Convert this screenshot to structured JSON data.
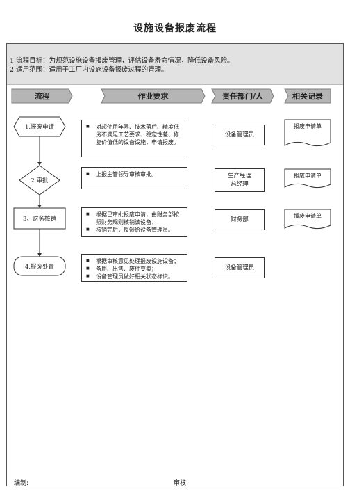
{
  "title": "设施设备报废流程",
  "goals": [
    "1.流程目标：为规范设施设备报废管理，评估设备寿命情况，降低设备风险。",
    "2.适用范围：适用于工厂内设施设备报废过程的管理。"
  ],
  "headers": [
    "流程",
    "作业要求",
    "责任部门/人",
    "相关记录"
  ],
  "steps": [
    {
      "label": "1.报废申请",
      "requirements": [
        "对超使用年限、技术落后、精度低劣不满足工艺要求、稳定性差、修复价值低的设备设施，申请报废。"
      ],
      "department": "设备管理员",
      "record": "报废申请单"
    },
    {
      "label": "2.审批",
      "requirements": [
        "上报主管领导审核审批。"
      ],
      "department": "生产经理\n总经理",
      "record": "报废申请单"
    },
    {
      "label": "3、财务核销",
      "requirements": [
        "根据已审批报废申请，由财务部按照财务规则核销该设备；",
        "核销完后，反馈给设备管理员。"
      ],
      "department": "财务部",
      "record": "报废申请单"
    },
    {
      "label": "4.报废处置",
      "requirements": [
        "根据审核意见处理报废设施设备；",
        "备用、出售、废件变卖；",
        "设备管理员做好相关状态标识。"
      ],
      "department": "设备管理员",
      "record": ""
    }
  ],
  "footer": {
    "editor_label": "编制:",
    "reviewer_label": "审核:"
  }
}
